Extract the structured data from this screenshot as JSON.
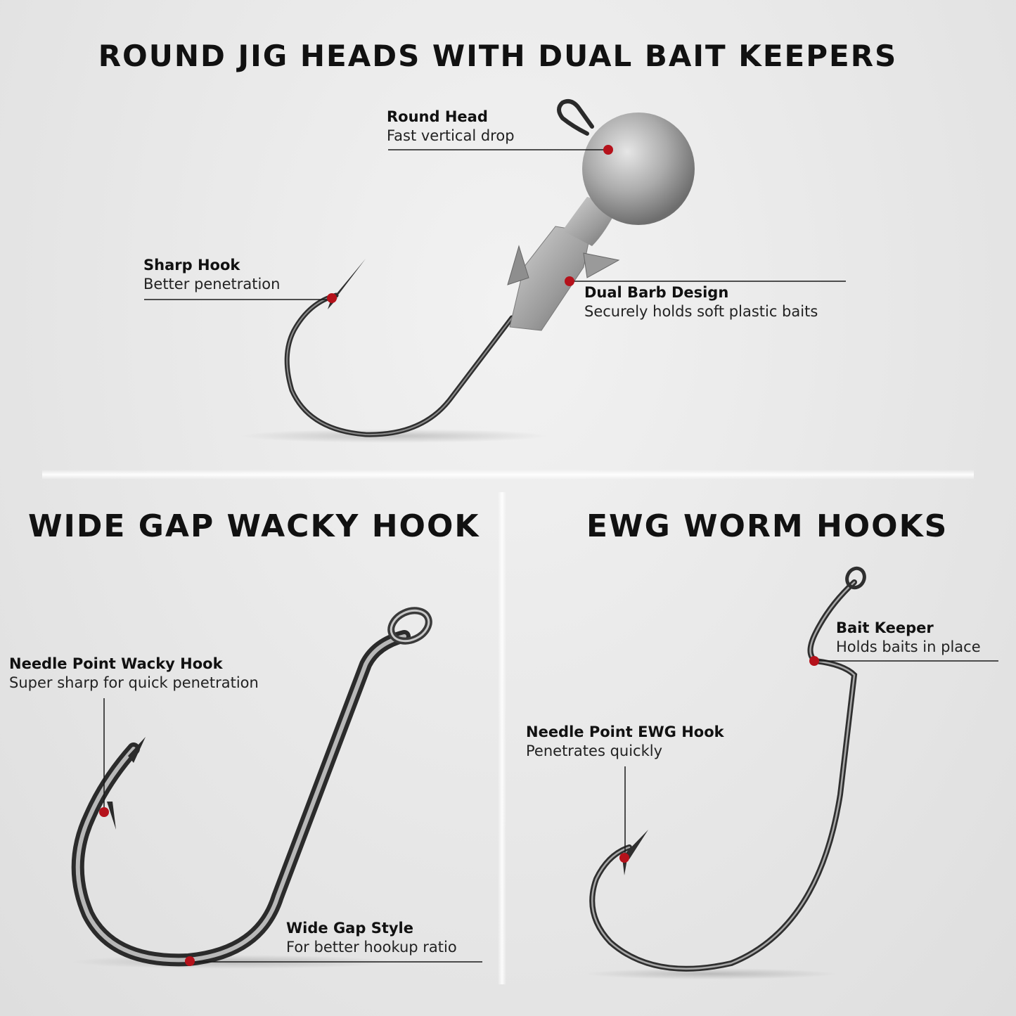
{
  "titles": {
    "top": "ROUND JIG HEADS WITH DUAL BAIT KEEPERS",
    "wacky": "WIDE GAP WACKY HOOK",
    "ewg": "EWG WORM HOOKS"
  },
  "callouts": {
    "round_head": {
      "title": "Round Head",
      "desc": "Fast vertical drop"
    },
    "sharp_hook": {
      "title": "Sharp Hook",
      "desc": "Better penetration"
    },
    "dual_barb": {
      "title": "Dual Barb Design",
      "desc": "Securely holds soft plastic baits"
    },
    "needle_wacky": {
      "title": "Needle Point Wacky Hook",
      "desc": "Super sharp for quick penetration"
    },
    "wide_gap": {
      "title": "Wide Gap Style",
      "desc": "For better hookup ratio"
    },
    "bait_keeper": {
      "title": "Bait Keeper",
      "desc": "Holds baits in place"
    },
    "needle_ewg": {
      "title": "Needle Point EWG Hook",
      "desc": "Penetrates quickly"
    }
  },
  "colors": {
    "marker": "#b5121b",
    "line": "#1a1a1a",
    "steel": "#3a3a3a",
    "lead": "#a9a9a9"
  }
}
